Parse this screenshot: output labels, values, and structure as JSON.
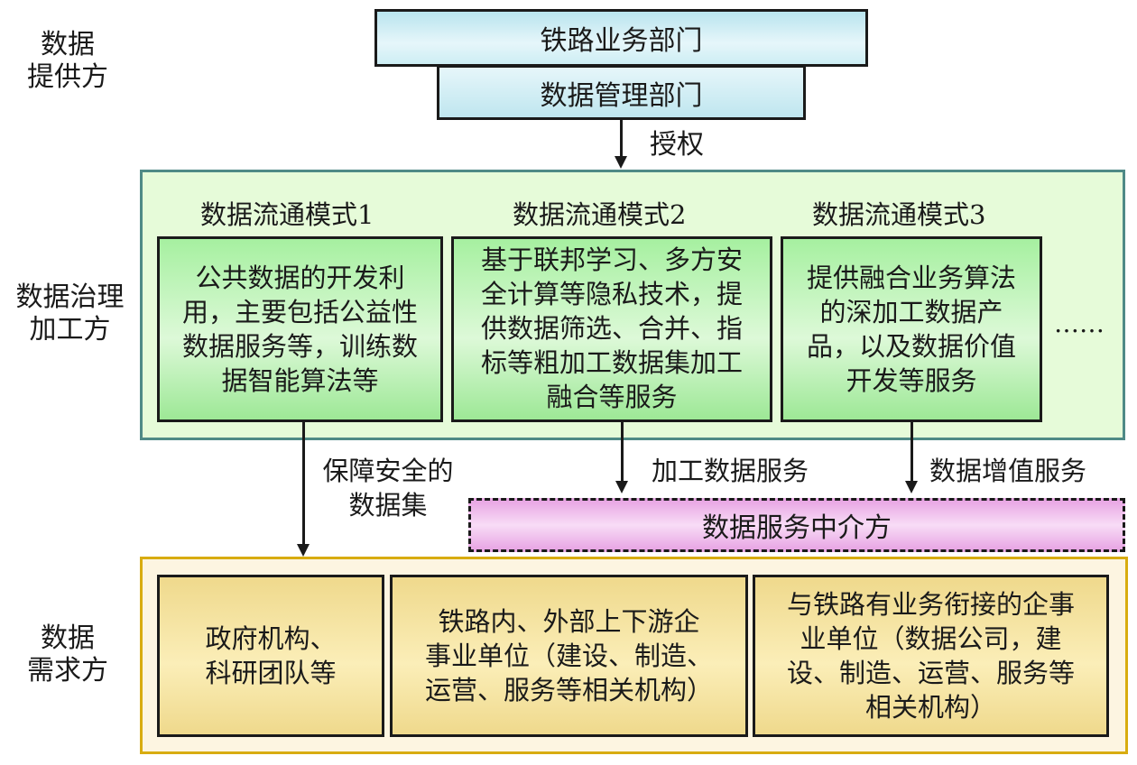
{
  "side_labels": {
    "provider": [
      "数据",
      "提供方"
    ],
    "processor": [
      "数据治理",
      "加工方"
    ],
    "demander": [
      "数据",
      "需求方"
    ]
  },
  "provider": {
    "box1": "铁路业务部门",
    "box2": "数据管理部门",
    "arrow_label": "授权"
  },
  "processing": {
    "modes": [
      {
        "title": "数据流通模式1",
        "lines": [
          "公共数据的开发利",
          "用，主要包括公益性",
          "数据服务等，训练数",
          "据智能算法等"
        ]
      },
      {
        "title": "数据流通模式2",
        "lines": [
          "基于联邦学习、多方安",
          "全计算等隐私技术，提",
          "供数据筛选、合并、指",
          "标等粗加工数据集加工",
          "融合等服务"
        ]
      },
      {
        "title": "数据流通模式3",
        "lines": [
          "提供融合业务算法",
          "的深加工数据产",
          "品，以及数据价值",
          "开发等服务"
        ]
      }
    ],
    "ellipsis": "……"
  },
  "flows": {
    "mode1_label": [
      "保障安全的",
      "数据集"
    ],
    "mode2_label": "加工数据服务",
    "mode3_label": "数据增值服务",
    "intermediary": "数据服务中介方"
  },
  "demand": {
    "boxes": [
      {
        "lines": [
          "政府机构、",
          "科研团队等"
        ]
      },
      {
        "lines": [
          "铁路内、外部上下游企",
          "事业单位（建设、制造、",
          "运营、服务等相关机构）"
        ]
      },
      {
        "lines": [
          "与铁路有业务衔接的企事",
          "业单位（数据公司，建",
          "设、制造、运营、服务等",
          "相关机构）"
        ]
      }
    ]
  },
  "colors": {
    "provider_fill": "#cdeef4",
    "processing_border": "#4f8a86",
    "processing_fill": "#e6fbd9",
    "mode_fill": "#a6f0a0",
    "intermediary_fill": "#e8a6e4",
    "demand_border": "#d8ac10",
    "demand_fill": "#fdf5e1",
    "demand_box_fill": "#efd98c"
  }
}
